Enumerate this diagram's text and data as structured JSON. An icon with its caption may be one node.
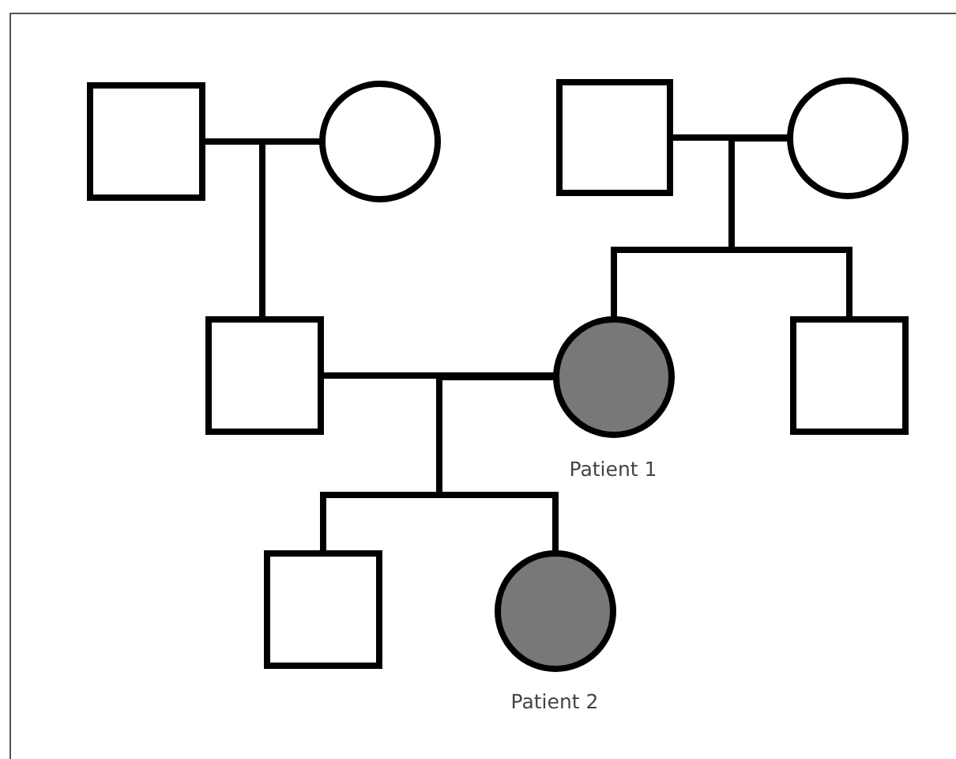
{
  "diagram": {
    "nodes": [
      {
        "text": [],
        "shape": "box"
      },
      {
        "text": [],
        "shape": "circle"
      },
      {
        "text": [],
        "shape": "box"
      },
      {
        "text": [],
        "shape": "circle"
      },
      {
        "text": [],
        "shape": "box"
      },
      {
        "text": [],
        "shape": "circle",
        "beside": [
          "Patient 1"
        ]
      },
      {
        "text": [],
        "shape": "box"
      },
      {
        "text": [],
        "shape": "box"
      },
      {
        "text": [],
        "shape": "circle",
        "beside": [
          "Patient 2"
        ]
      }
    ],
    "edges": [
      {
        "from": 0,
        "to": 1,
        "arrow": "none"
      },
      {
        "from": 0,
        "to": 4,
        "arrow": "none"
      },
      {
        "from": 1,
        "to": 4,
        "arrow": "none"
      },
      {
        "from": 2,
        "to": 3,
        "arrow": "none"
      },
      {
        "from": 2,
        "to": 5,
        "arrow": "none"
      },
      {
        "from": 3,
        "to": 5,
        "arrow": "none"
      },
      {
        "from": 2,
        "to": 6,
        "arrow": "none"
      },
      {
        "from": 3,
        "to": 6,
        "arrow": "none"
      },
      {
        "from": 4,
        "to": 5,
        "arrow": "none"
      },
      {
        "from": 4,
        "to": 7,
        "arrow": "none"
      },
      {
        "from": 5,
        "to": 7,
        "arrow": "none"
      },
      {
        "from": 4,
        "to": 8,
        "arrow": "none"
      },
      {
        "from": 5,
        "to": 8,
        "arrow": "none"
      }
    ]
  }
}
